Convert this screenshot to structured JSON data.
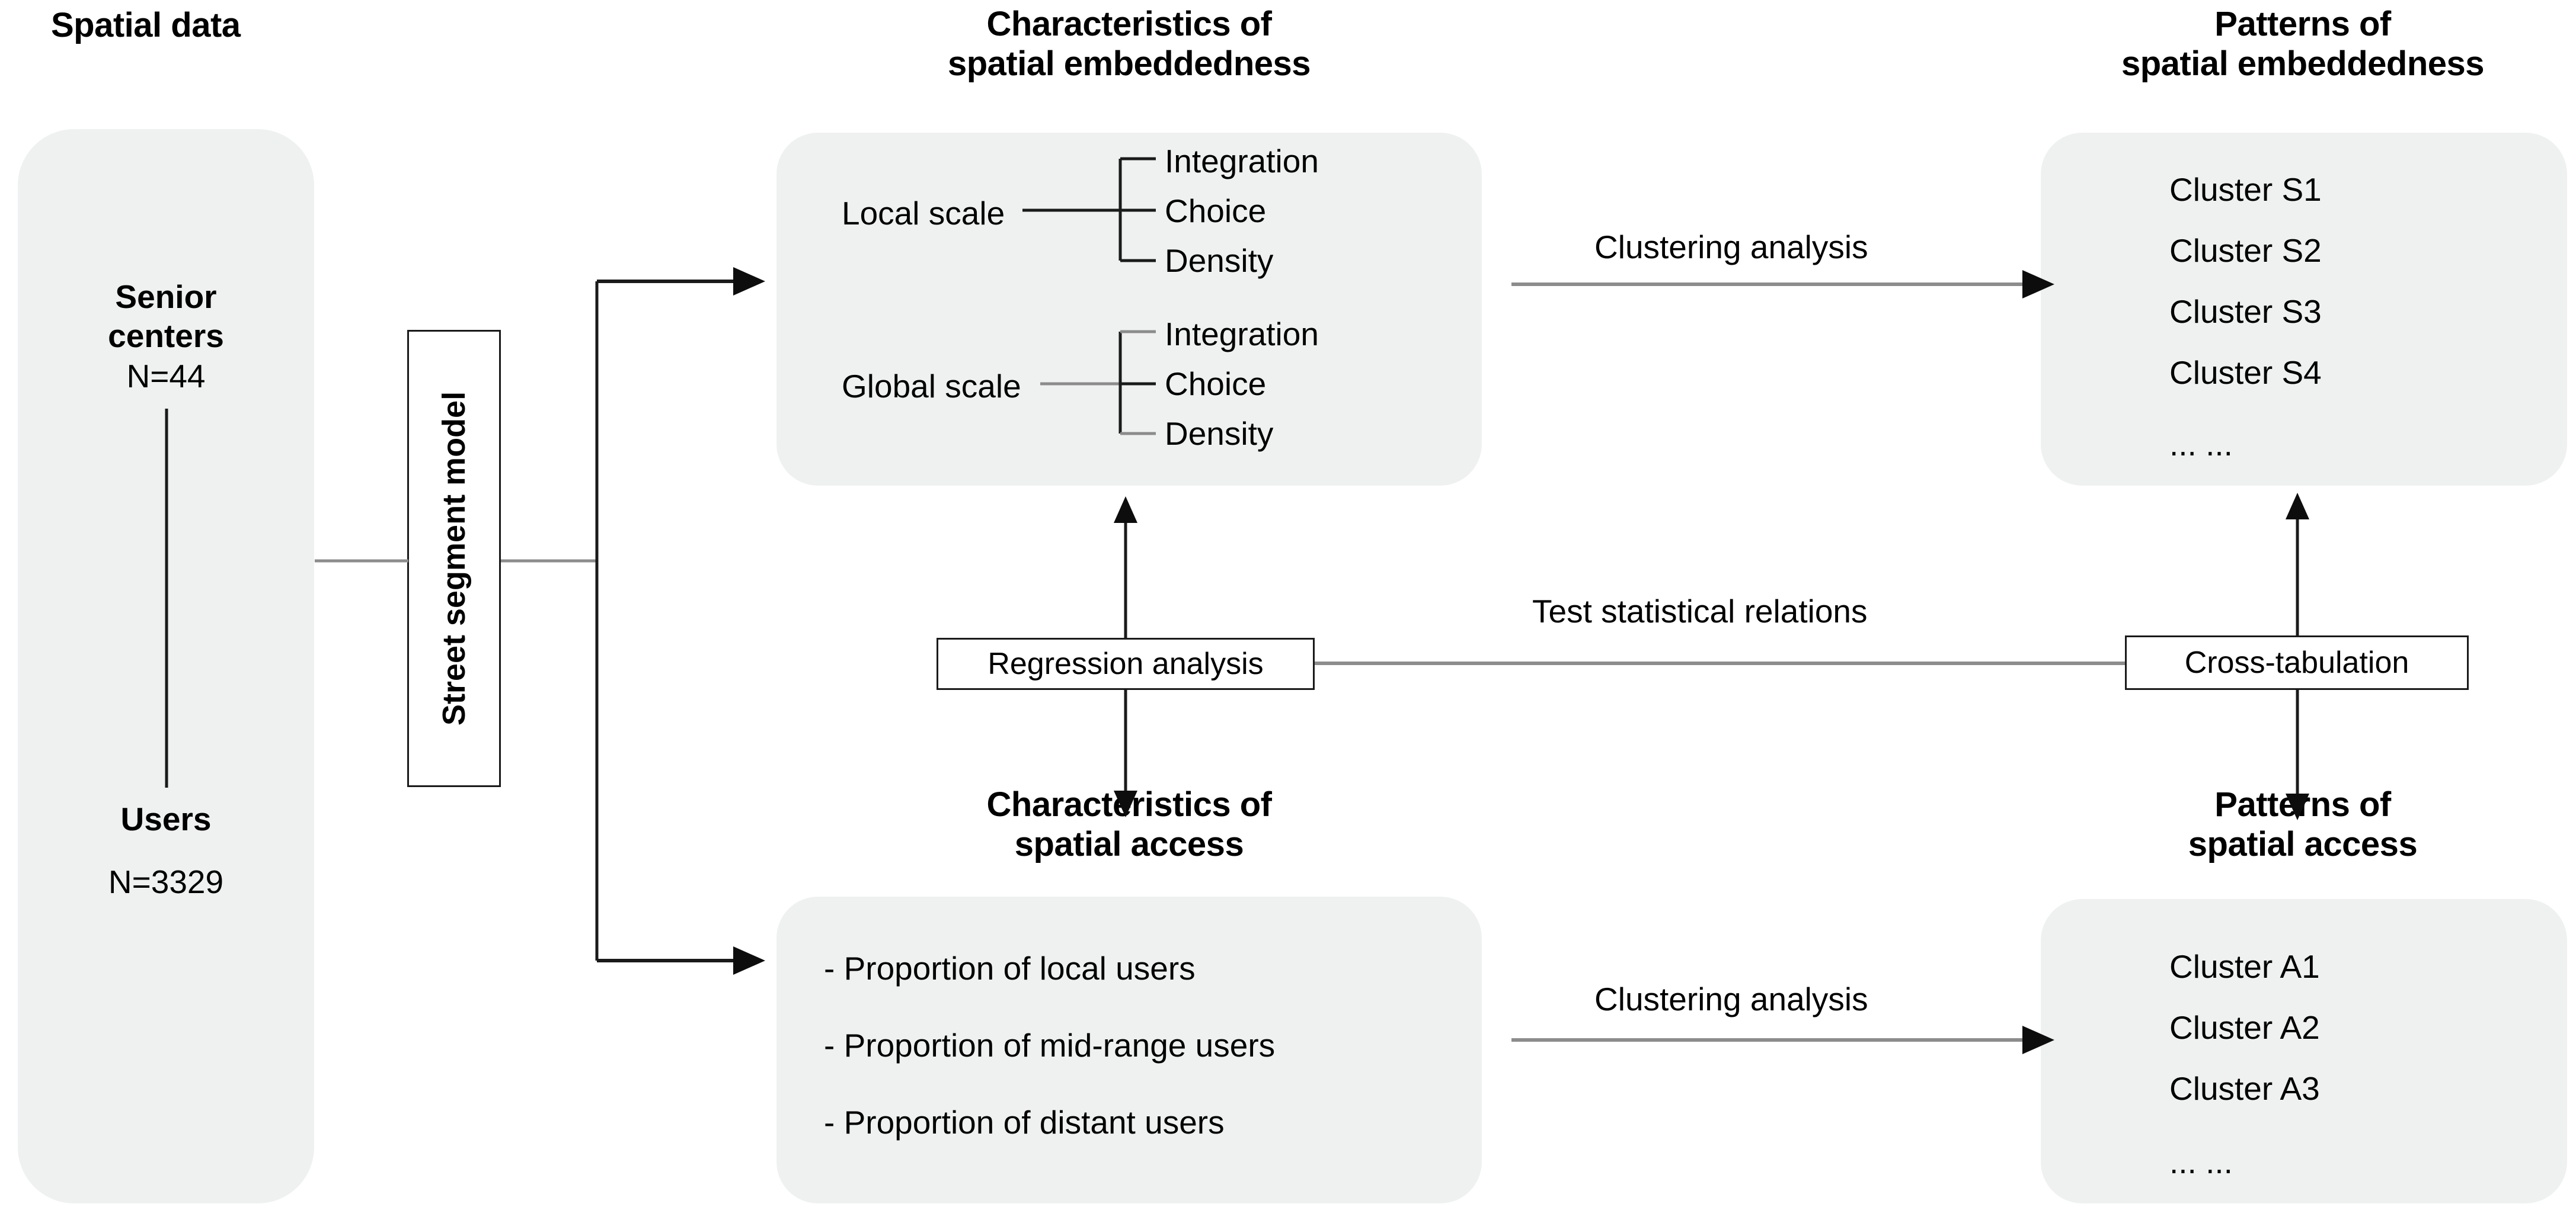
{
  "columns": {
    "spatial_data_title": "Spatial data",
    "characteristics_embeddedness_title": "Characteristics of\nspatial embeddedness",
    "patterns_embeddedness_title": "Patterns of\nspatial embeddedness",
    "characteristics_access_title": "Characteristics of\nspatial access",
    "patterns_access_title": "Patterns of\nspatial access"
  },
  "spatial_data": {
    "senior_centers_label": "Senior\ncenters",
    "senior_centers_count": "N=44",
    "users_label": "Users",
    "users_count": "N=3329"
  },
  "model": {
    "street_segment_model_label": "Street segment model"
  },
  "embeddedness": {
    "local_scale_label": "Local scale",
    "global_scale_label": "Global scale",
    "local_metrics": [
      "Integration",
      "Choice",
      "Density"
    ],
    "global_metrics": [
      "Integration",
      "Choice",
      "Density"
    ]
  },
  "access": {
    "items": [
      "- Proportion of local users",
      "- Proportion of mid-range users",
      "- Proportion of distant users"
    ]
  },
  "patterns_embeddedness": {
    "clusters": [
      "Cluster S1",
      "Cluster S2",
      "Cluster S3",
      "Cluster S4"
    ],
    "ellipsis": "... ..."
  },
  "patterns_access": {
    "clusters": [
      "Cluster A1",
      "Cluster A2",
      "Cluster A3"
    ],
    "ellipsis": "... ..."
  },
  "edges": {
    "clustering_top": "Clustering analysis",
    "clustering_bottom": "Clustering analysis",
    "test_relations": "Test statistical relations"
  },
  "methods": {
    "regression_label": "Regression analysis",
    "crosstab_label": "Cross-tabulation"
  },
  "colors": {
    "panel_fill": "#eff1f1",
    "line": "#8c8c8c",
    "dark_line": "#1a1a1a",
    "text": "#000000",
    "page_bg": "#ffffff"
  }
}
